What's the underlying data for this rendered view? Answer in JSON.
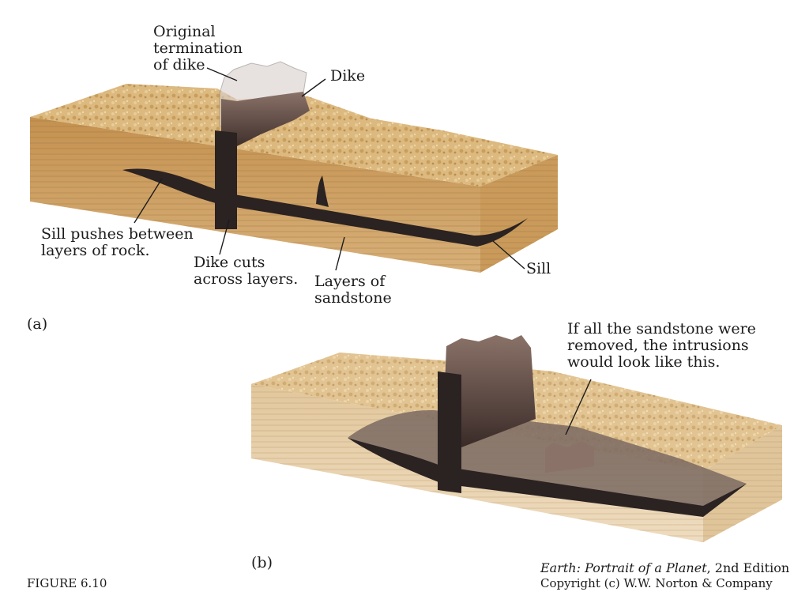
{
  "panel_a": {
    "letter": "(a)",
    "labels": {
      "original_termination": "Original\ntermination\nof dike",
      "dike": "Dike",
      "sill_pushes": "Sill pushes between\nlayers of rock.",
      "dike_cuts": "Dike cuts\nacross layers.",
      "layers": "Layers of\nsandstone",
      "sill": "Sill"
    }
  },
  "panel_b": {
    "letter": "(b)",
    "labels": {
      "intrusions": "If all the sandstone were\nremoved, the intrusions\nwould look like this."
    }
  },
  "figure_number": "FIGURE 6.10",
  "source": {
    "title": "Earth: Portrait of a Planet",
    "edition": ", 2nd Edition",
    "copyright": "Copyright (c) W.W. Norton & Company"
  },
  "colors": {
    "sandstone_top": "#d9b77e",
    "sandstone_side": "#c79a5c",
    "sandstone_end": "#b5844a",
    "intrusion": "#2b2222",
    "faded_side": "#e6d2b2"
  }
}
